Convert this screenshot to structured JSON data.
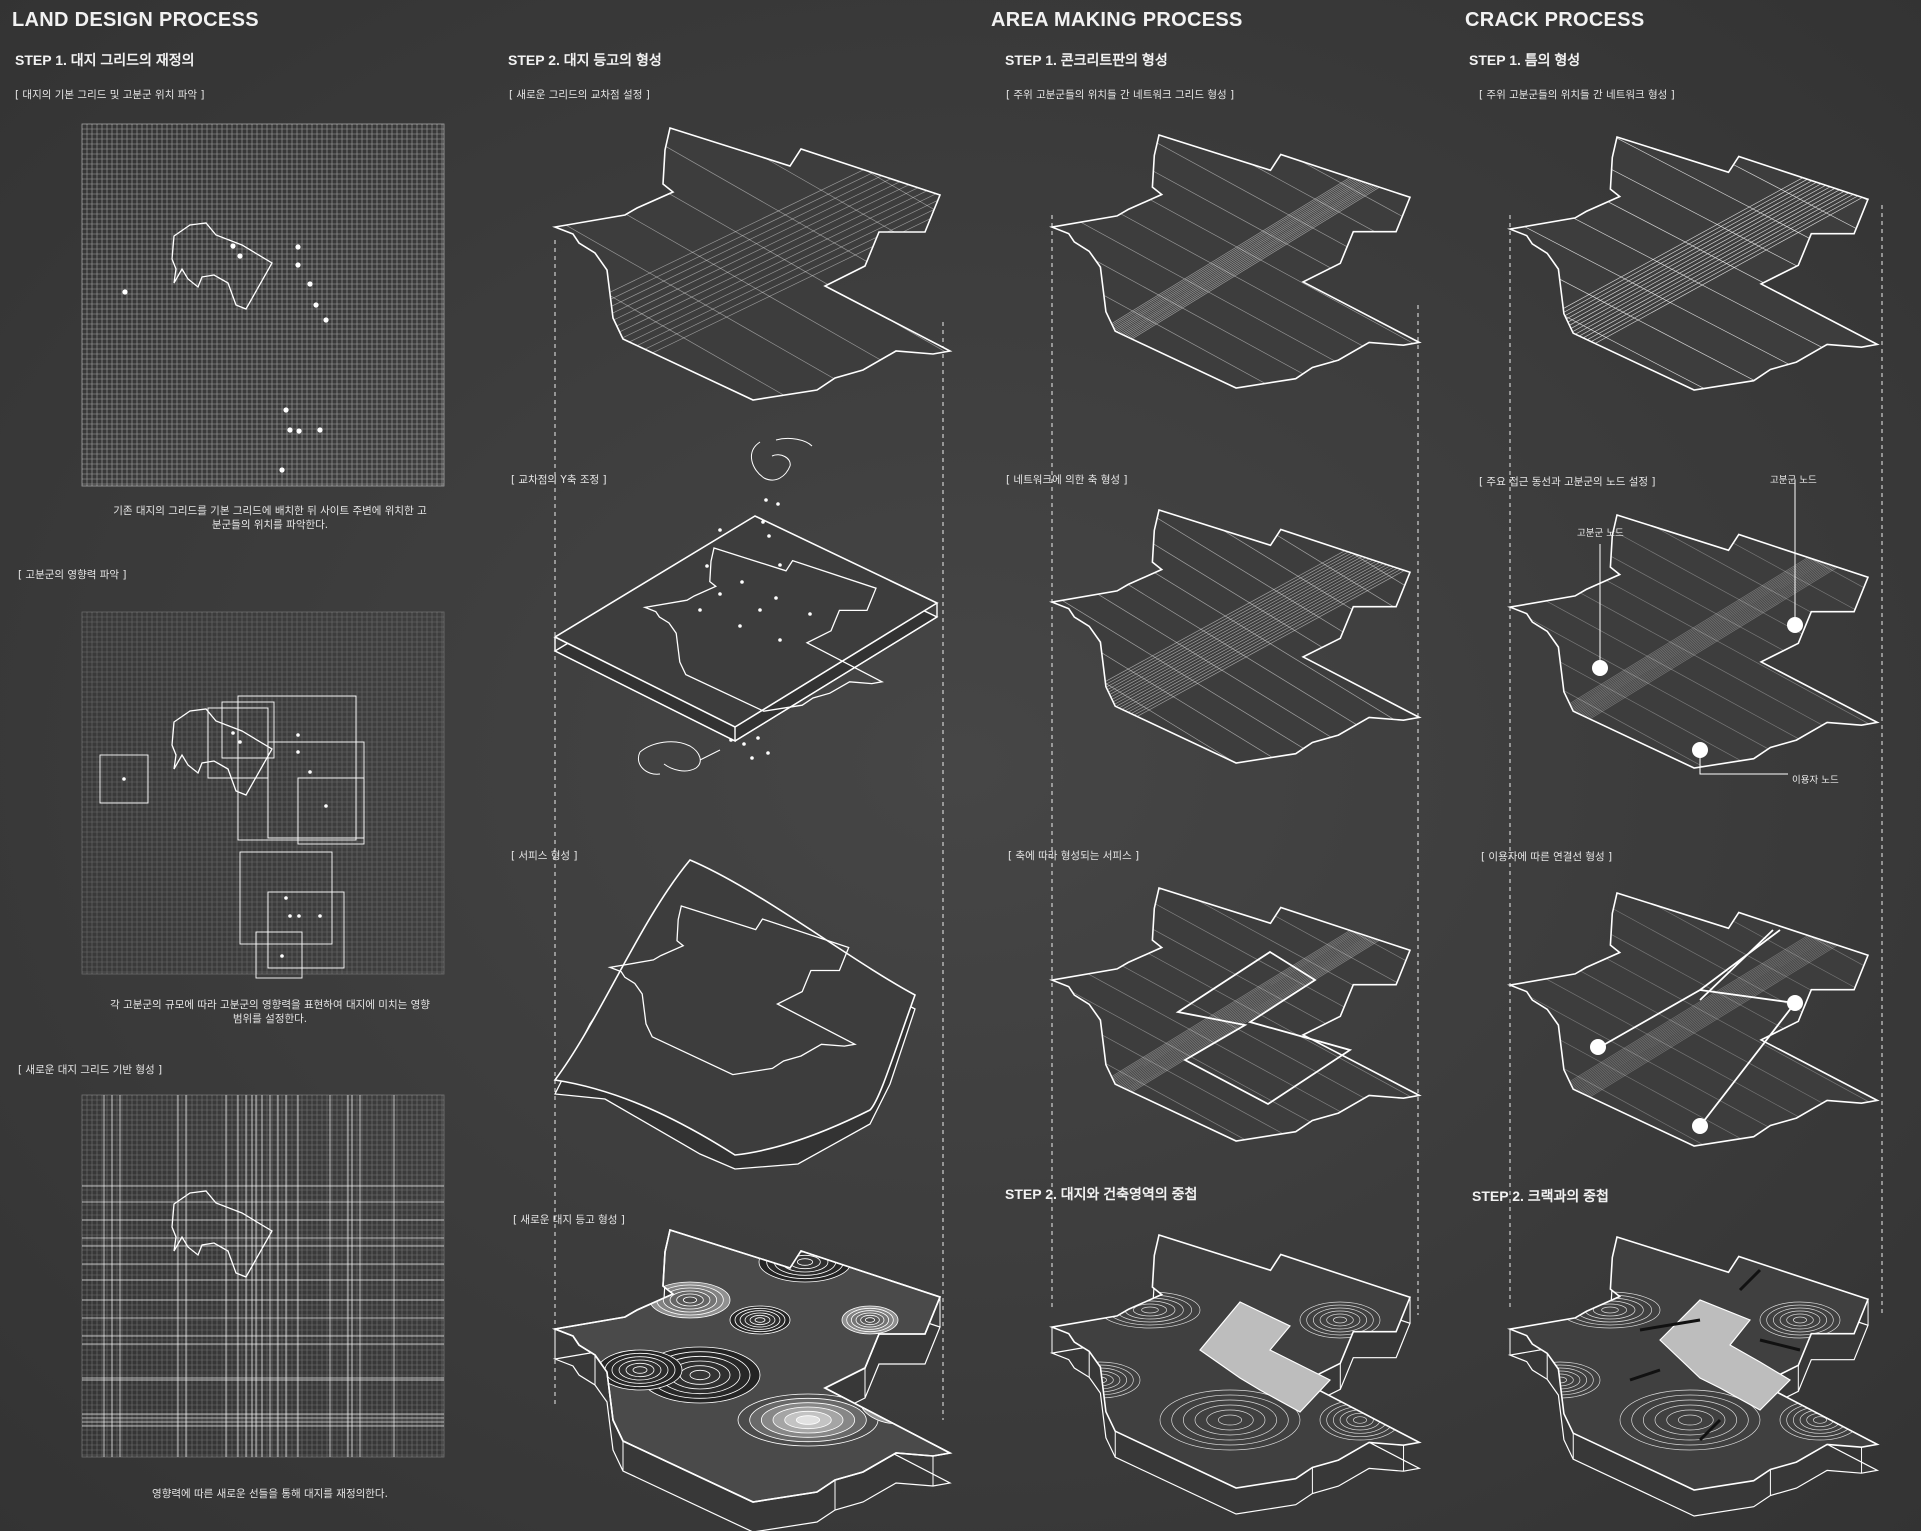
{
  "sections": {
    "land": "LAND DESIGN PROCESS",
    "area": "AREA MAKING PROCESS",
    "crack": "CRACK  PROCESS"
  },
  "steps": {
    "land_step1": "STEP 1. 대지 그리드의 재정의",
    "land_step2": "STEP 2. 대지 등고의 형성",
    "area_step1": "STEP 1. 콘크리트판의 형성",
    "area_step2": "STEP 2. 대지와 건축영역의 중첩",
    "crack_step1": "STEP 1. 틈의 형성",
    "crack_step2": "STEP 2. 크랙과의 중첩"
  },
  "labels": {
    "col1_a": "[ 대지의 기본 그리드 및 고분군 위치 파악 ]",
    "col1_b": "[ 고분군의 영향력 파악 ]",
    "col1_c": "[ 새로운 대지 그리드 기반 형성 ]",
    "col2_a": "[ 새로운 그리드의 교차점 설정 ]",
    "col2_b": "[ 교차점의 Y축 조정 ]",
    "col2_c": "[ 서피스 형성 ]",
    "col2_d": "[ 새로운 대지 등고 형성 ]",
    "col3_a": "[ 주위 고분군들의 위치들 간 네트워크 그리드 형성 ]",
    "col3_b": "[ 네트워크에 의한 축 형성 ]",
    "col3_c": "[ 축에 따라 형성되는 서피스 ]",
    "col4_a": "[ 주위 고분군들의 위치들 간 네트워크 형성 ]",
    "col4_b": "[ 주요 접근 동선과 고분군의 노드 설정 ]",
    "col4_c": "[ 이용자에 따른 연결선 형성 ]"
  },
  "captions": {
    "cap1": "기존 대지의 그리드를 기본 그리드에 배치한 뒤 사이트 주변에 위치한 고분군들의 위치를 파악한다.",
    "cap2": "각 고분군의 규모에 따라 고분군의 영향력을 표현하여 대지에 미치는 영향 범위를 설정한다.",
    "cap3": "영향력에 따른 새로운 선들을 통해 대지를 재정의한다."
  },
  "nodes": {
    "tomb1": "고분군 노드",
    "tomb2": "고분군 노드",
    "user": "이용자 노드"
  },
  "colors": {
    "background": "#3b3b3b",
    "line": "#ffffff",
    "text": "#f2f2f2"
  }
}
